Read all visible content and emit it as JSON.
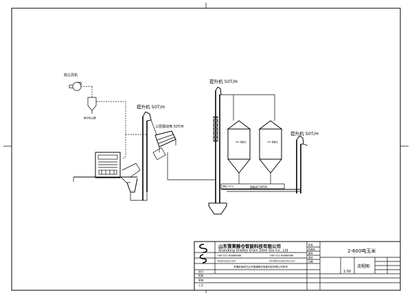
{
  "labels": {
    "fan": "除尘风机",
    "dust_collector": "脉冲除尘器",
    "elevator_left": "提升机 50T/H",
    "cleaner": "三层振动筛 50T/H",
    "elevator_mid": "提升机 50T/H",
    "elevator_right": "提升机 50T/H",
    "silo1": "50T 钢板仓",
    "silo2": "50T 钢板仓",
    "conveyor_bottom": "刮板机 50T/H",
    "conveyor_small": "刮板 50T/H"
  },
  "title_block": {
    "company_cn": "山东雪莱粮仓智能科技有限公司",
    "company_en": "Shandong Shelley Grain Steel Silo Co., Ltd",
    "phone1": "+86-531-88888888",
    "phone2": "+86-531-88888888",
    "web": "shelleysilo.com",
    "mail": "info@shelleysilo.com",
    "notice": "本图纸版权归山东雪莱粮仓智能科技有限公司所有",
    "project": "2-600吨玉米",
    "drawing_name": "流程图",
    "scale": "1:50",
    "rows_left": [
      "设计",
      "校核",
      "审核",
      "工艺",
      "批准",
      "标准化"
    ],
    "rows_right": [
      "图号",
      "版本",
      "日期"
    ]
  }
}
